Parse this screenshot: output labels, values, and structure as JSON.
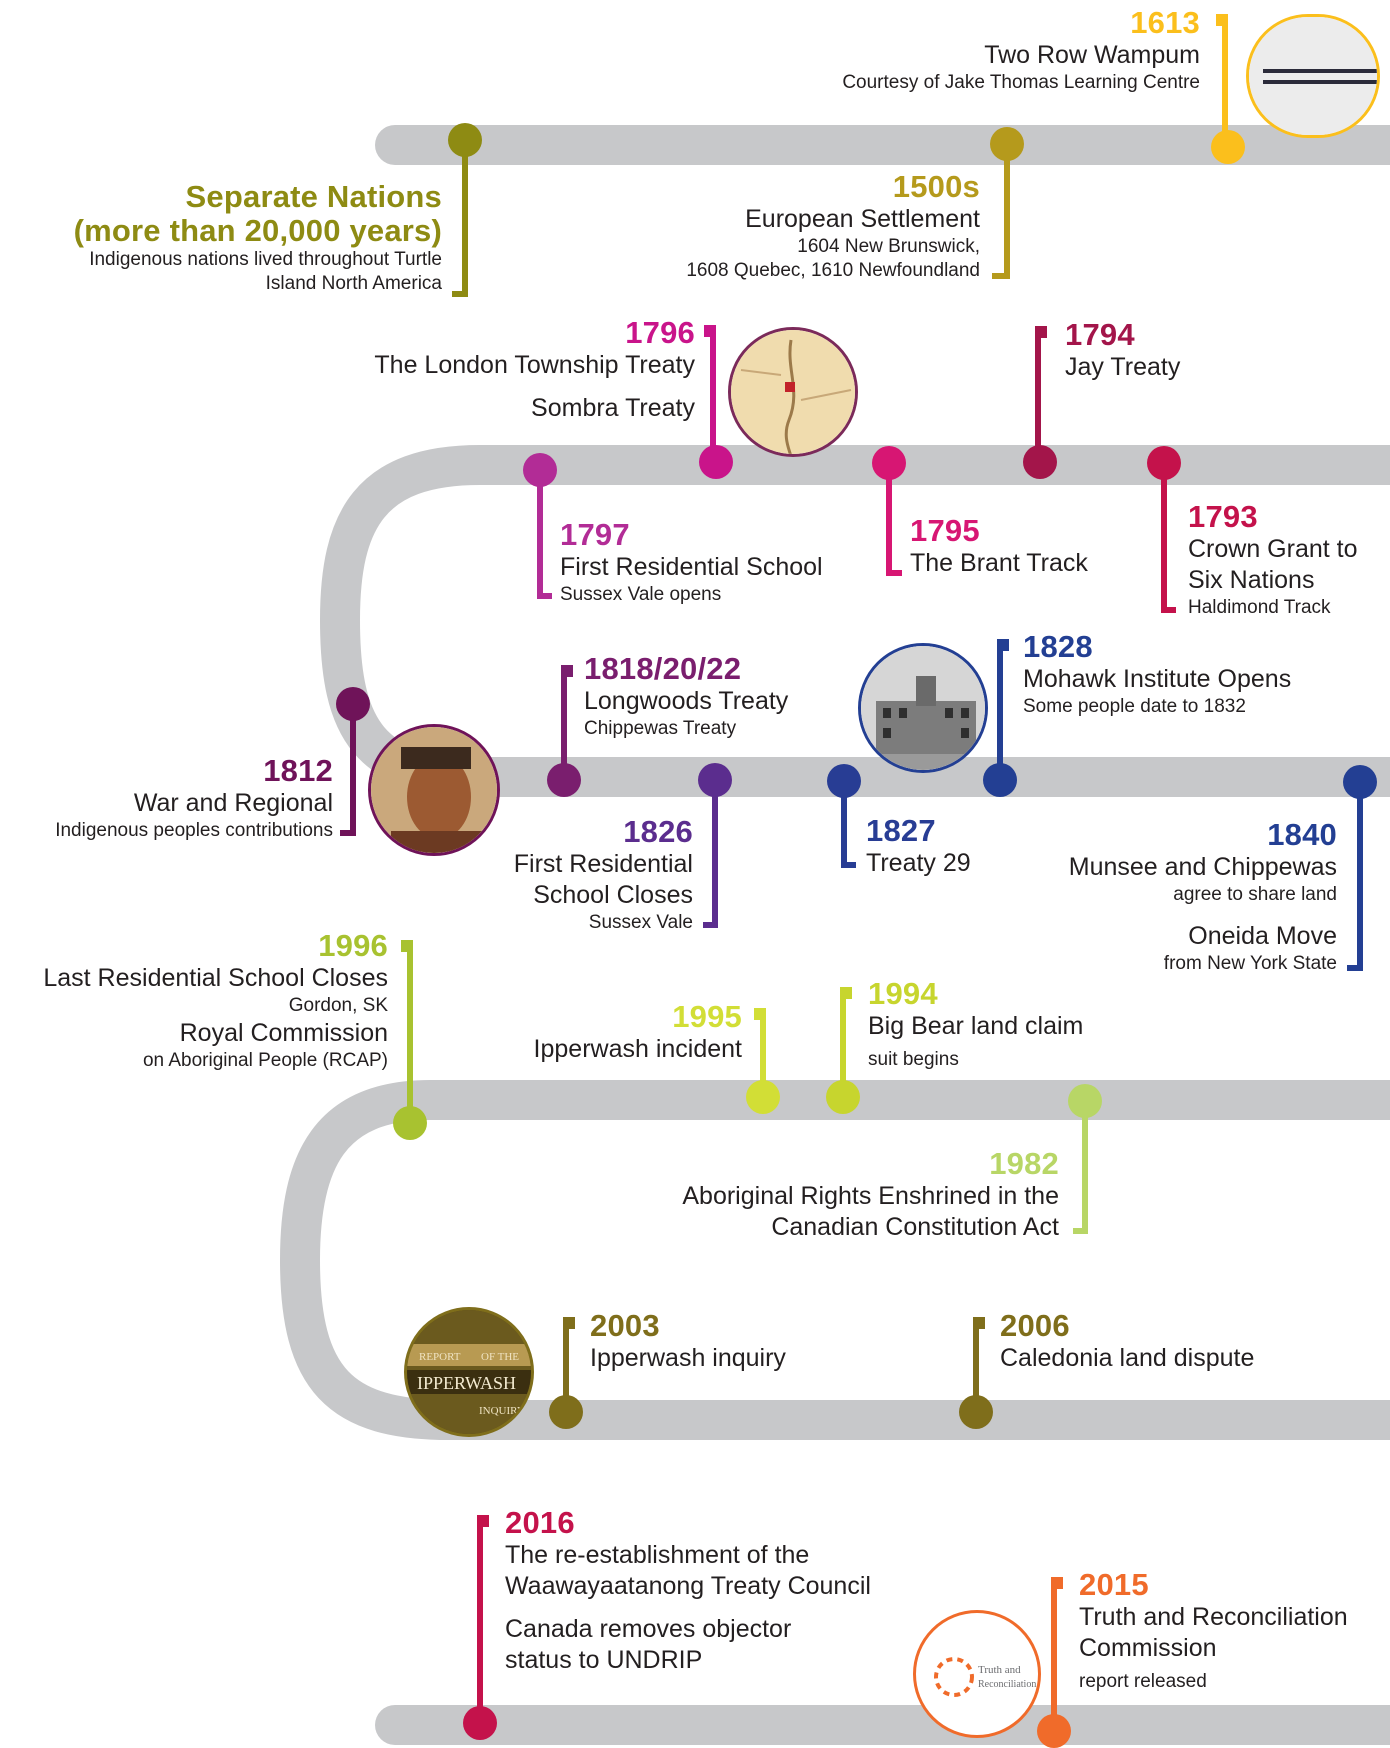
{
  "events": {
    "e1613": {
      "year": "1613",
      "title": "Two Row Wampum",
      "sub": "Courtesy of Jake Thomas Learning Centre",
      "color": "#fbbf1c"
    },
    "separate": {
      "title1": "Separate Nations",
      "title2": "(more than 20,000 years)",
      "sub1": "Indigenous nations lived throughout Turtle",
      "sub2": "Island North America",
      "color": "#8e8b13"
    },
    "e1500s": {
      "year": "1500s",
      "title": "European Settlement",
      "sub1": "1604 New Brunswick,",
      "sub2": "1608 Quebec, 1610 Newfoundland",
      "color": "#b59a1c"
    },
    "e1796": {
      "year": "1796",
      "title1": "The London Township Treaty",
      "title2": "Sombra Treaty",
      "color": "#c9148a"
    },
    "e1794": {
      "year": "1794",
      "title": "Jay Treaty",
      "color": "#a3154a"
    },
    "e1797": {
      "year": "1797",
      "title": "First Residential School",
      "sub": "Sussex Vale opens",
      "color": "#b22c96"
    },
    "e1795": {
      "year": "1795",
      "title": "The Brant Track",
      "color": "#d71673"
    },
    "e1793": {
      "year": "1793",
      "title1": "Crown Grant to",
      "title2": "Six Nations",
      "sub": "Haldimond Track",
      "color": "#c4124b"
    },
    "e1818": {
      "year": "1818/20/22",
      "title": "Longwoods Treaty",
      "sub": "Chippewas Treaty",
      "color": "#7a1e6e"
    },
    "e1828": {
      "year": "1828",
      "title": "Mohawk Institute Opens",
      "sub": "Some people date to 1832",
      "color": "#233f93"
    },
    "e1812": {
      "year": "1812",
      "title": "War and Regional",
      "sub": "Indigenous peoples contributions",
      "color": "#6f1359"
    },
    "e1826": {
      "year": "1826",
      "title1": "First Residential",
      "title2": "School Closes",
      "sub": "Sussex Vale",
      "color": "#5b2d8e"
    },
    "e1827": {
      "year": "1827",
      "title": "Treaty 29",
      "color": "#283d94"
    },
    "e1840": {
      "year": "1840",
      "title1": "Munsee and Chippewas",
      "sub1": "agree to share land",
      "title2": "Oneida Move",
      "sub2": "from New York State",
      "color": "#233f93"
    },
    "e1996": {
      "year": "1996",
      "title1": "Last Residential School Closes",
      "sub1": "Gordon, SK",
      "title2": "Royal Commission",
      "sub2": "on Aboriginal People (RCAP)",
      "color": "#a8c230"
    },
    "e1995": {
      "year": "1995",
      "title": "Ipperwash incident",
      "color": "#d2de36"
    },
    "e1994": {
      "year": "1994",
      "title": "Big Bear land claim",
      "sub": "suit begins",
      "color": "#c7d52e"
    },
    "e1982": {
      "year": "1982",
      "title1": "Aboriginal Rights Enshrined in the",
      "title2": "Canadian Constitution Act",
      "color": "#b8d666"
    },
    "e2003": {
      "year": "2003",
      "title": "Ipperwash inquiry",
      "color": "#7f6e1b"
    },
    "e2006": {
      "year": "2006",
      "title": "Caledonia land dispute",
      "color": "#7f6e1b"
    },
    "e2016": {
      "year": "2016",
      "title1": "The re-establishment of the",
      "title2": "Waawayaatanong Treaty Council",
      "title3": "Canada removes objector",
      "title4": "status to UNDRIP",
      "color": "#c4124b"
    },
    "e2015": {
      "year": "2015",
      "title1": "Truth and Reconciliation",
      "title2": "Commission",
      "sub": "report released",
      "color": "#f06b2a"
    }
  },
  "badges": {
    "ipperwash": {
      "line1": "REPORT",
      "line1b": "OF THE",
      "line2": "IPPERWASH",
      "line3": "INQUIRY"
    },
    "trc": {
      "line1": "Truth and",
      "line2": "Reconciliation"
    }
  },
  "colors": {
    "road": "#c7c8ca"
  }
}
